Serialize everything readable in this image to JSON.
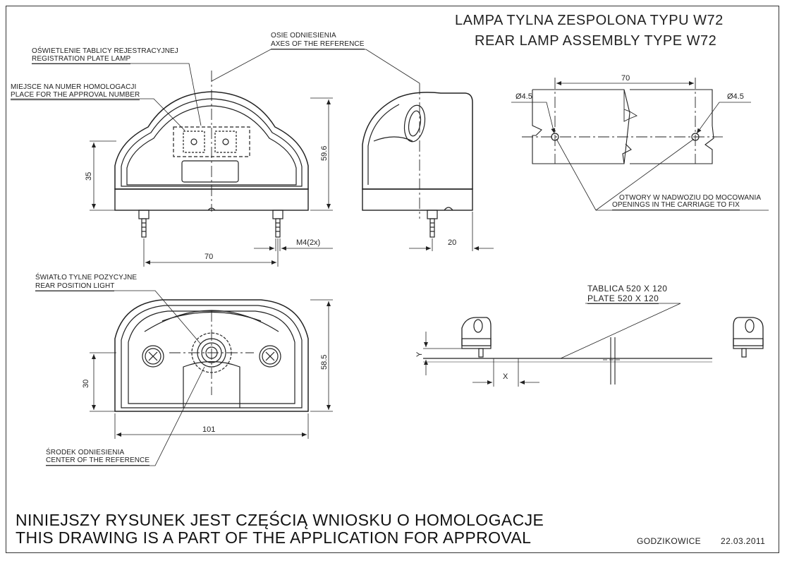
{
  "title": {
    "pl": "LAMPA TYLNA ZESPOLONA TYPU W72",
    "en": "REAR LAMP ASSEMBLY TYPE W72"
  },
  "labels": {
    "axes_pl": "OSIE ODNIESIENIA",
    "axes_en": "AXES OF THE REFERENCE",
    "plate_lamp_pl": "OŚWIETLENIE TABLICY REJESTRACYJNEJ",
    "plate_lamp_en": "REGISTRATION PLATE LAMP",
    "approval_pl": "MIEJSCE NA NUMER HOMOLOGACJI",
    "approval_en": "PLACE FOR THE APPROVAL NUMBER",
    "holes_pl": "OTWORY W NADWOZIU DO MOCOWANIA",
    "holes_en": "OPENINGS IN THE CARRIAGE TO FIX",
    "position_pl": "ŚWIATŁO TYLNE POZYCYJNE",
    "position_en": "REAR POSITION LIGHT",
    "plate_pl": "TABLICA 520 X 120",
    "plate_en": "PLATE 520 X 120",
    "center_pl": "ŚRODEK ODNIESIENIA",
    "center_en": "CENTER OF THE REFERENCE"
  },
  "dimensions": {
    "front_height_35": "35",
    "front_height_59_6": "59.6",
    "bolt_spacing_70": "70",
    "thread_m4": "M4(2x)",
    "side_depth_20": "20",
    "hole_spacing_70": "70",
    "hole_dia_left": "Ø4.5",
    "hole_dia_right": "Ø4.5",
    "rear_height_30": "30",
    "rear_height_58_5": "58.5",
    "rear_width_101": "101",
    "offset_y": "Y",
    "offset_x": "X"
  },
  "footer": {
    "pl": "NINIEJSZY RYSUNEK JEST CZĘŚCIĄ WNIOSKU O HOMOLOGACJE",
    "en": "THIS DRAWING IS A PART OF THE APPLICATION FOR APPROVAL",
    "place": "GODZIKOWICE",
    "date": "22.03.2011"
  }
}
